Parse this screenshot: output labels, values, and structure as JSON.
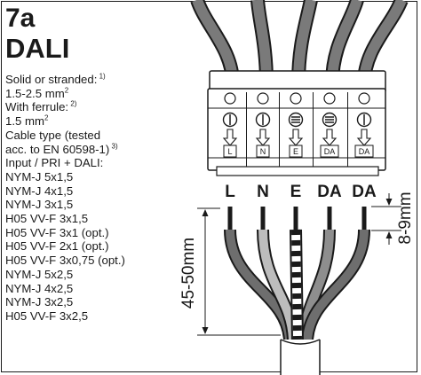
{
  "header": {
    "number": "7a",
    "name": "DALI"
  },
  "specs": [
    {
      "text": "Solid or stranded:",
      "sup": "1)"
    },
    {
      "text": "1.5-2.5 mm",
      "sup": "2"
    },
    {
      "text": "With ferrule:",
      "sup": "2)"
    },
    {
      "text": "1.5 mm",
      "sup": "2"
    },
    {
      "text": "Cable type (tested",
      "sup": ""
    },
    {
      "text": "acc. to EN 60598-1)",
      "sup": "3)"
    },
    {
      "text": "Input / PRI + DALI:",
      "sup": ""
    },
    {
      "text": "NYM-J 5x1,5",
      "sup": ""
    },
    {
      "text": "NYM-J 4x1,5",
      "sup": ""
    },
    {
      "text": "NYM-J 3x1,5",
      "sup": ""
    },
    {
      "text": "H05 VV-F 3x1,5",
      "sup": ""
    },
    {
      "text": "H05 VV-F 3x1 (opt.)",
      "sup": ""
    },
    {
      "text": "H05 VV-F 2x1 (opt.)",
      "sup": ""
    },
    {
      "text": "H05 VV-F 3x0,75 (opt.)",
      "sup": ""
    },
    {
      "text": "NYM-J 5x2,5",
      "sup": ""
    },
    {
      "text": "NYM-J 4x2,5",
      "sup": ""
    },
    {
      "text": "NYM-J 3x2,5",
      "sup": ""
    },
    {
      "text": "H05 VV-F 3x2,5",
      "sup": ""
    }
  ],
  "terminals": [
    {
      "label": "L",
      "small": "L"
    },
    {
      "label": "N",
      "small": "N"
    },
    {
      "label": "E",
      "small": "E"
    },
    {
      "label": "DA",
      "small": "DA"
    },
    {
      "label": "DA",
      "small": "DA"
    }
  ],
  "dimensions": {
    "sheath_strip": "45-50mm",
    "wire_strip": "8-9mm"
  },
  "colors": {
    "wire_dark": "#6e6e6e",
    "wire_light": "#bdbdbd",
    "wire_mid": "#8e8e8e",
    "connector": "#ffffff",
    "line": "#1a1a1a"
  }
}
